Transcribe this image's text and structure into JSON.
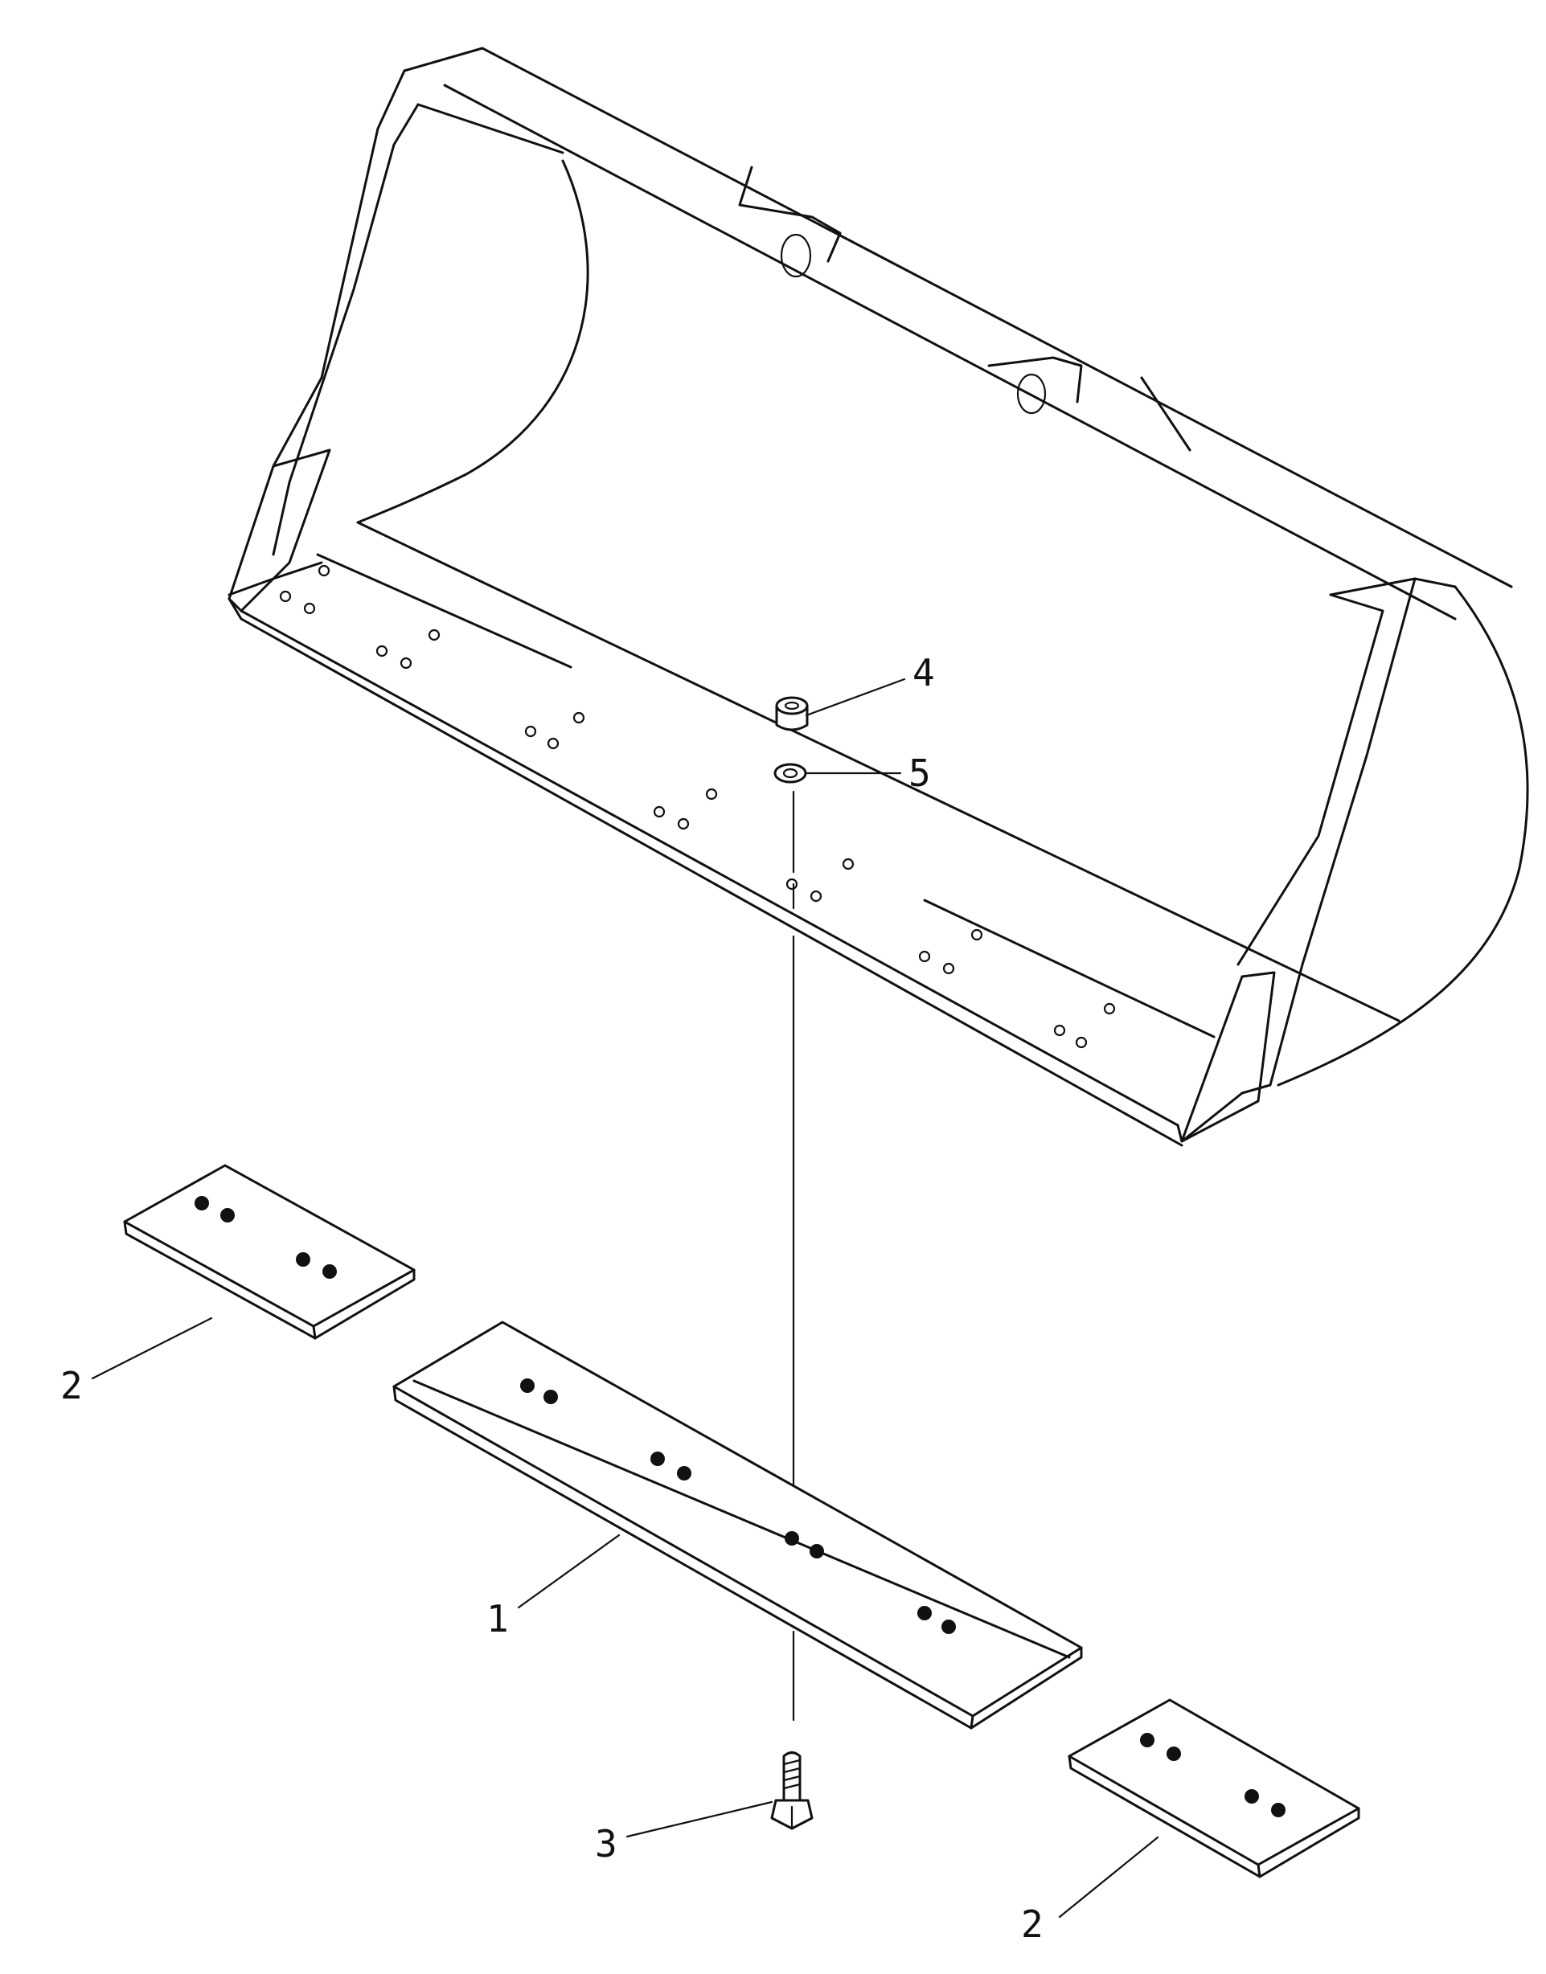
{
  "diagram": {
    "callouts": [
      {
        "id": "callout-1",
        "label": "1"
      },
      {
        "id": "callout-2-left",
        "label": "2"
      },
      {
        "id": "callout-2-right",
        "label": "2"
      },
      {
        "id": "callout-3",
        "label": "3"
      },
      {
        "id": "callout-4",
        "label": "4"
      },
      {
        "id": "callout-5",
        "label": "5"
      }
    ]
  }
}
